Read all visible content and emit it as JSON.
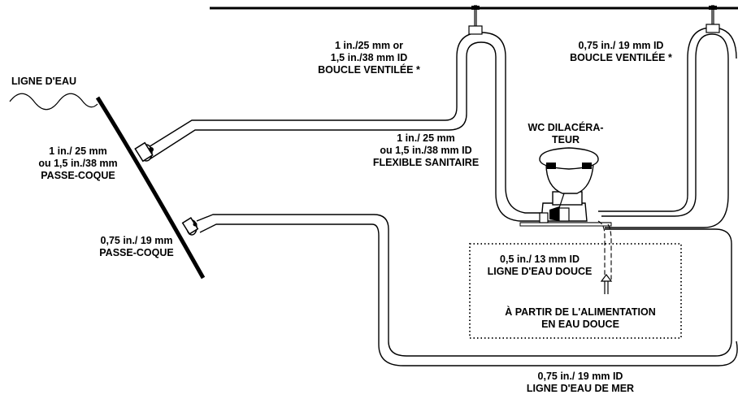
{
  "labels": {
    "waterline": "LIGNE D'EAU",
    "vent_loop_large": [
      "1 in./25 mm or",
      "1,5 in./38 mm ID",
      "BOUCLE VENTILÉE *"
    ],
    "vent_loop_small": [
      "0,75 in./ 19 mm ID",
      "BOUCLE VENTILÉE *"
    ],
    "through_hull_large": [
      "1 in./ 25 mm",
      "ou 1,5 in./38 mm",
      "PASSE-COQUE"
    ],
    "sanitation_hose": [
      "1 in./ 25 mm",
      "ou 1,5 in./38 mm ID",
      "FLEXIBLE SANITAIRE"
    ],
    "toilet": [
      "WC DILACÉRA-",
      "TEUR"
    ],
    "through_hull_small": [
      "0,75 in./ 19 mm",
      "PASSE-COQUE"
    ],
    "fresh_water_line": [
      "0,5 in./ 13 mm ID",
      "LIGNE D'EAU DOUCE"
    ],
    "fresh_water_supply": [
      "À PARTIR DE L'ALIMENTATION",
      "EN EAU DOUCE"
    ],
    "raw_water_line": [
      "0,75 in./ 19 mm ID",
      "LIGNE D'EAU DE MER"
    ]
  }
}
